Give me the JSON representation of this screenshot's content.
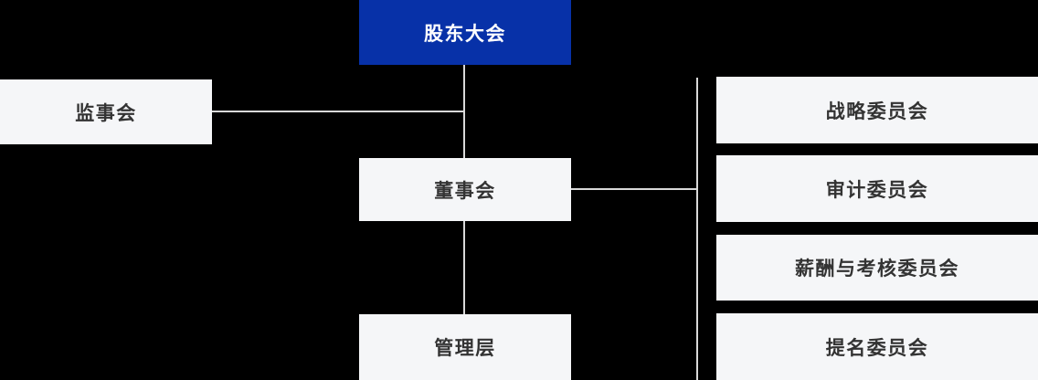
{
  "org": {
    "type": "org-chart",
    "title": "corporate-governance-structure",
    "nodes": {
      "shareholders": {
        "label": "股东大会",
        "level": 1,
        "style": "primary-blue"
      },
      "supervisors": {
        "label": "监事会",
        "level": 2,
        "side": "left"
      },
      "board": {
        "label": "董事会",
        "level": 2,
        "side": "center"
      },
      "management": {
        "label": "管理层",
        "level": 3,
        "side": "center"
      }
    },
    "committees": [
      {
        "label": "战略委员会"
      },
      {
        "label": "审计委员会"
      },
      {
        "label": "薪酬与考核委员会"
      },
      {
        "label": "提名委员会"
      }
    ],
    "edges": [
      {
        "from": "股东大会",
        "to": "董事会"
      },
      {
        "from": "监事会",
        "to": "股东大会-董事会连线"
      },
      {
        "from": "董事会",
        "to": "管理层"
      },
      {
        "from": "董事会",
        "to": "委员会（战略/审计/薪酬与考核/提名）"
      }
    ],
    "colors": {
      "background": "#000000",
      "primary_node_bg": "#0731A8",
      "primary_node_text": "#FFFFFF",
      "node_bg": "#F5F6F8",
      "node_text": "#333333",
      "connector": "#D9D9D9"
    }
  }
}
